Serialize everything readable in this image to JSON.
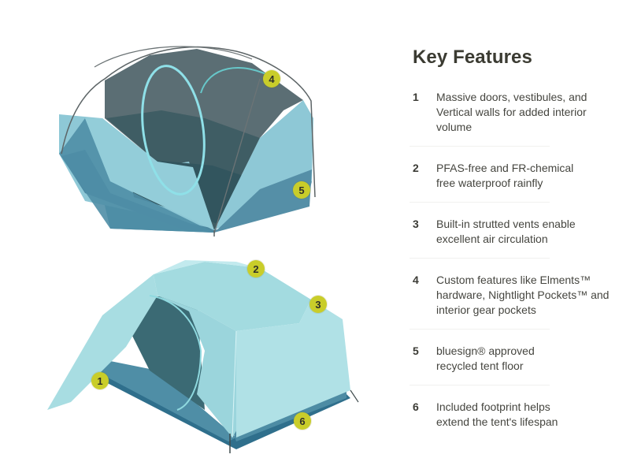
{
  "title": "Key Features",
  "features": [
    {
      "number": "1",
      "text": "Massive doors, vestibules, and Vertical walls for added interior volume"
    },
    {
      "number": "2",
      "text": "PFAS-free and FR-chemical free waterproof rainfly"
    },
    {
      "number": "3",
      "text": "Built-in strutted vents enable excellent air circulation"
    },
    {
      "number": "4",
      "text": "Custom features like Elments™ hardware, Nightlight Pockets™ and interior gear pockets"
    },
    {
      "number": "5",
      "text": "bluesign® approved recycled tent floor"
    },
    {
      "number": "6",
      "text": "Included footprint helps extend the tent's lifespan"
    }
  ],
  "markers": {
    "inner_tent": [
      "4",
      "5"
    ],
    "rainfly_tent": [
      "2",
      "3",
      "1",
      "6"
    ]
  },
  "colors": {
    "marker": "#c9cd2a",
    "tent_light": "#a6dde0",
    "tent_floor": "#4f8ea6",
    "mesh": "#5d7076",
    "title": "#3b3b32"
  }
}
